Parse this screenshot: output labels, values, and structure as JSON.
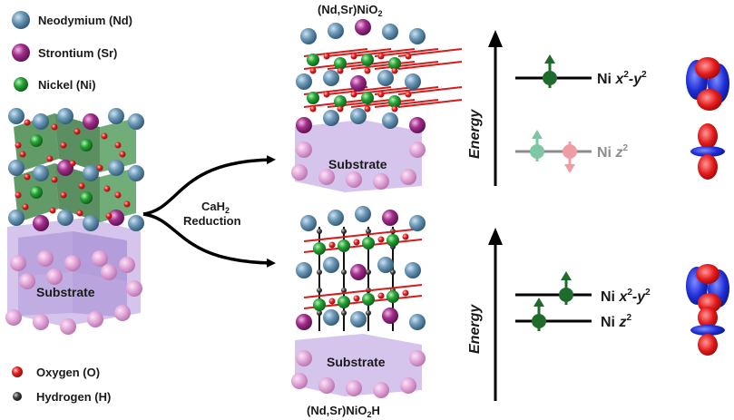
{
  "legend": {
    "nd": "Neodymium (Nd)",
    "sr": "Strontium (Sr)",
    "ni": "Nickel (Ni)",
    "o": "Oxygen (O)",
    "h": "Hydrogen (H)"
  },
  "colors": {
    "nd": "#4f7f9e",
    "sr": "#8e1f7a",
    "ni": "#1e8a2c",
    "o": "#d31d1d",
    "h": "#222222",
    "substrate": "#b79ad8",
    "substrate_sphere": "#e0a4d8",
    "octahedra": "#2f7a36",
    "level_up": "#1e6b2c",
    "level_faded": "#7ec6a4",
    "spin_down_faded": "#f09ca4",
    "orbital_blue": "#1f2fd6",
    "orbital_red": "#e41a1a"
  },
  "left_structure": {
    "substrate": "Substrate"
  },
  "reaction": {
    "reagent": "CaH",
    "reagent_sub": "2",
    "action": "Reduction"
  },
  "top": {
    "formula_main": "(Nd,Sr)NiO",
    "formula_sub": "2",
    "substrate": "Substrate",
    "energy": "Energy",
    "level_upper": {
      "prefix": "Ni ",
      "orbital": "x",
      "sup1": "2",
      "dash": "-y",
      "sup2": "2"
    },
    "level_lower": {
      "prefix": "Ni ",
      "orbital": "z",
      "sup": "2"
    }
  },
  "bottom": {
    "formula_main": "(Nd,Sr)NiO",
    "formula_sub": "2",
    "formula_tail": "H",
    "substrate": "Substrate",
    "energy": "Energy",
    "level_upper": {
      "prefix": "Ni ",
      "orbital": "x",
      "sup1": "2",
      "dash": "-y",
      "sup2": "2"
    },
    "level_lower": {
      "prefix": "Ni ",
      "orbital": "z",
      "sup": "2"
    }
  }
}
